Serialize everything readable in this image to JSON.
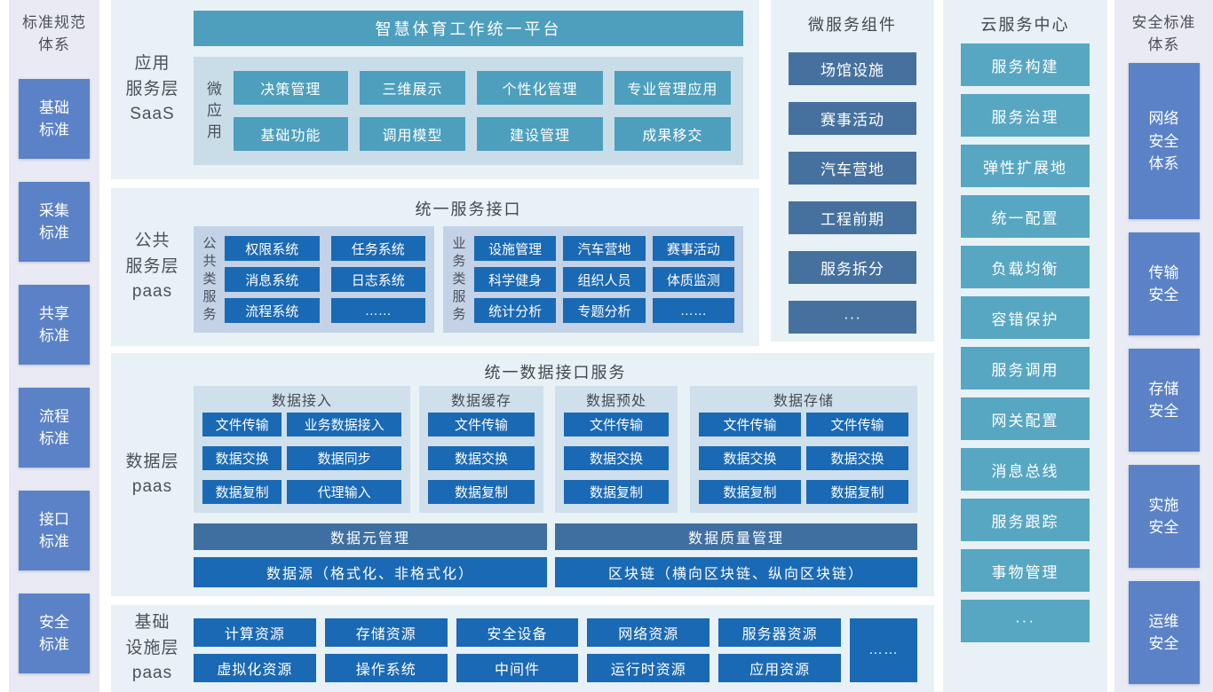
{
  "left_sidebar": {
    "title": "标准规范体系",
    "items": [
      "基础标准",
      "采集标准",
      "共享标准",
      "流程标准",
      "接口标准",
      "安全标准"
    ]
  },
  "app_layer": {
    "label_lines": [
      "应用",
      "服务层",
      "SaaS"
    ],
    "platform_title": "智慧体育工作统一平台",
    "micro_label": "微应用",
    "buttons": [
      "决策管理",
      "三维展示",
      "个性化管理",
      "专业管理应用",
      "基础功能",
      "调用模型",
      "建设管理",
      "成果移交"
    ]
  },
  "public_layer": {
    "title": "统一服务接口",
    "label_lines": [
      "公共",
      "服务层",
      "paas"
    ],
    "groups": [
      {
        "label": "公共类服务",
        "buttons": [
          "权限系统",
          "任务系统",
          "消息系统",
          "日志系统",
          "流程系统",
          "……"
        ]
      },
      {
        "label": "业务类服务",
        "buttons": [
          "设施管理",
          "汽车营地",
          "赛事活动",
          "科学健身",
          "组织人员",
          "体质监测",
          "统计分析",
          "专题分析",
          "……"
        ]
      }
    ]
  },
  "data_layer": {
    "title": "统一数据接口服务",
    "label_lines": [
      "数据层",
      "paas"
    ],
    "groups": [
      {
        "title": "数据接入",
        "buttons": [
          "文件传输",
          "业务数据接入",
          "数据交换",
          "数据同步",
          "数据复制",
          "代理输入"
        ]
      },
      {
        "title": "数据缓存",
        "buttons": [
          "文件传输",
          "数据交换",
          "数据复制"
        ]
      },
      {
        "title": "数据预处",
        "buttons": [
          "文件传输",
          "数据交换",
          "数据复制"
        ]
      },
      {
        "title": "数据存储",
        "buttons": [
          "文件传输",
          "文件传输",
          "数据交换",
          "数据交换",
          "数据复制",
          "数据复制"
        ]
      }
    ],
    "meta_bars": [
      "数据元管理",
      "数据质量管理"
    ],
    "source_bars": [
      "数据源（格式化、非格式化）",
      "区块链（横向区块链、纵向区块链）"
    ]
  },
  "infra_layer": {
    "label_lines": [
      "基础",
      "设施层",
      "paas"
    ],
    "row1": [
      "计算资源",
      "存储资源",
      "安全设备",
      "网络资源",
      "服务器资源"
    ],
    "row2": [
      "虚拟化资源",
      "操作系统",
      "中间件",
      "运行时资源",
      "应用资源"
    ],
    "more": "……"
  },
  "microservices": {
    "title": "微服务组件",
    "items": [
      "场馆设施",
      "赛事活动",
      "汽车营地",
      "工程前期",
      "服务拆分",
      "···"
    ]
  },
  "cloud_center": {
    "title": "云服务中心",
    "items": [
      "服务构建",
      "服务治理",
      "弹性扩展地",
      "统一配置",
      "负载均衡",
      "容错保护",
      "服务调用",
      "网关配置",
      "消息总线",
      "服务跟踪",
      "事物管理",
      "···"
    ]
  },
  "right_sidebar": {
    "title": "安全标准体系",
    "items": [
      "网络安全体系",
      "传输安全",
      "存储安全",
      "实施安全",
      "运维安全"
    ]
  },
  "colors": {
    "teal": "#4d9fbd",
    "cloud_teal": "#58a7c2",
    "bright_blue": "#1a69b5",
    "slate": "#3f6fa0",
    "microservice_slate": "#46719e",
    "sidebar_blue": "#5b82c7",
    "panel_bg": "#e8f1f5",
    "sidebar_bg": "#e9eaf3",
    "subpanel_bg": "#c3d2e6",
    "app_inner_bg": "#c9dde9",
    "data_group_bg": "#cfe0ec"
  }
}
